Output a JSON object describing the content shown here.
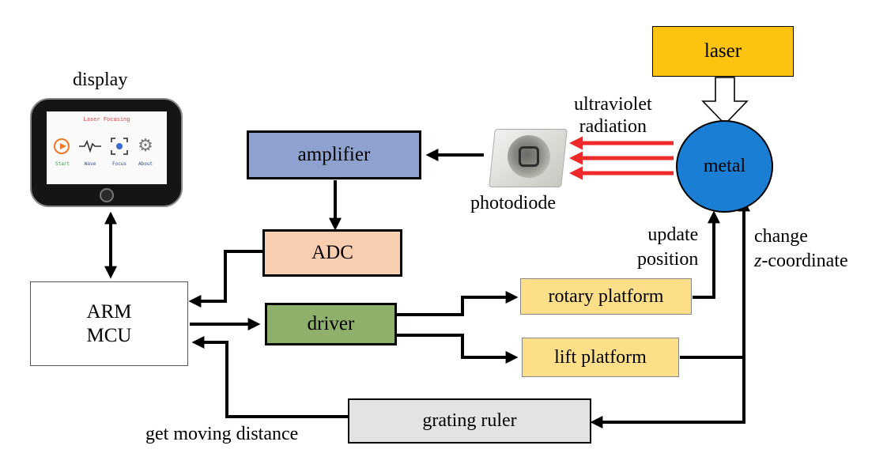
{
  "blocks": {
    "laser": "laser",
    "metal": "metal",
    "amplifier": "amplifier",
    "adc": "ADC",
    "arm_line1": "ARM",
    "arm_line2": "MCU",
    "driver": "driver",
    "rotary": "rotary platform",
    "lift": "lift platform",
    "grating": "grating ruler"
  },
  "labels": {
    "display": "display",
    "uv_line1": "ultraviolet",
    "uv_line2": "radiation",
    "photodiode": "photodiode",
    "update_line1": "update",
    "update_line2": "position",
    "change_line1": "change",
    "change_line2_italic": "z",
    "change_line2_rest": "-coordinate",
    "get_moving": "get moving distance"
  },
  "screen": {
    "title": "Laser Focusing",
    "icons": [
      "Start",
      "Wave",
      "Focus",
      "About"
    ]
  },
  "colors": {
    "laser": "#fdc311",
    "metal": "#1a7fd4",
    "amplifier": "#8fa2cf",
    "adc": "#f9cdb0",
    "driver": "#8fb06a",
    "platform": "#fddf8a",
    "grating": "#e3e3e3",
    "uv_arrow": "#ee2a2a"
  }
}
